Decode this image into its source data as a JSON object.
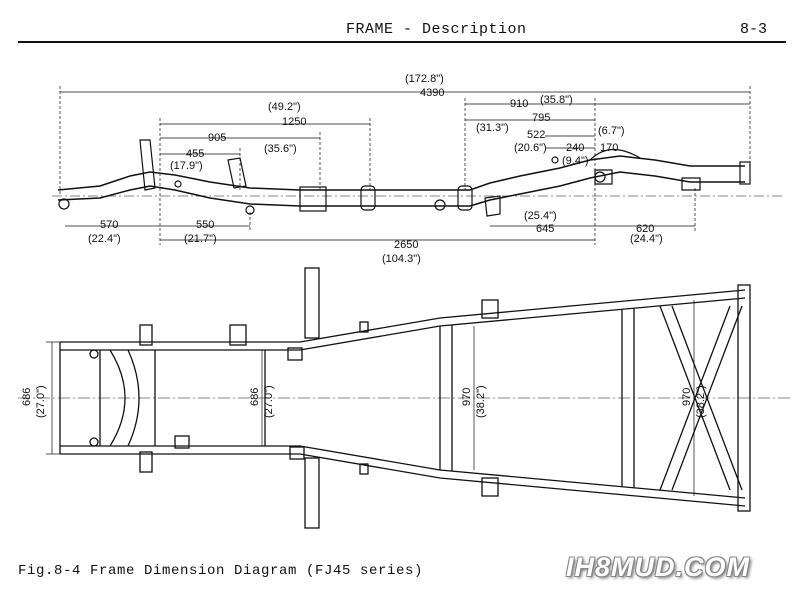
{
  "header": {
    "title": "FRAME - Description",
    "page": "8-3"
  },
  "side_view_dims": [
    {
      "id": "total-length-in",
      "text": "(172.8\")"
    },
    {
      "id": "total-length-mm",
      "text": "4390"
    },
    {
      "id": "d910",
      "text": "910"
    },
    {
      "id": "d910-in",
      "text": "(35.8\")"
    },
    {
      "id": "d49-in",
      "text": "(49.2\")"
    },
    {
      "id": "d1250",
      "text": "1250"
    },
    {
      "id": "d795",
      "text": "795"
    },
    {
      "id": "d31-in",
      "text": "(31.3\")"
    },
    {
      "id": "d905",
      "text": "905"
    },
    {
      "id": "d522",
      "text": "522"
    },
    {
      "id": "d6-in",
      "text": "(6.7\")"
    },
    {
      "id": "d455",
      "text": "455"
    },
    {
      "id": "d35-in",
      "text": "(35.6\")"
    },
    {
      "id": "d20-in",
      "text": "(20.6\")"
    },
    {
      "id": "d240",
      "text": "240"
    },
    {
      "id": "d170",
      "text": "170"
    },
    {
      "id": "d17-in",
      "text": "(17.9\")"
    },
    {
      "id": "d9-in",
      "text": "(9.4\")"
    },
    {
      "id": "d25-in",
      "text": "(25.4\")"
    },
    {
      "id": "d570",
      "text": "570"
    },
    {
      "id": "d550",
      "text": "550"
    },
    {
      "id": "d645",
      "text": "645"
    },
    {
      "id": "d620",
      "text": "620"
    },
    {
      "id": "d22-in",
      "text": "(22.4\")"
    },
    {
      "id": "d21-in",
      "text": "(21.7\")"
    },
    {
      "id": "d24-in",
      "text": "(24.4\")"
    },
    {
      "id": "d2650",
      "text": "2650"
    },
    {
      "id": "d104-in",
      "text": "(104.3\")"
    }
  ],
  "top_view_dims": [
    {
      "id": "w686",
      "text": "686"
    },
    {
      "id": "w686-in",
      "text": "(27.0\")"
    },
    {
      "id": "w686-inner",
      "text": "686"
    },
    {
      "id": "w686-inner-in",
      "text": "(27.0\")"
    },
    {
      "id": "w970",
      "text": "970"
    },
    {
      "id": "w970-in",
      "text": "(38.2\")"
    },
    {
      "id": "w970-rear",
      "text": "970"
    },
    {
      "id": "w970-rear-in",
      "text": "(38.2\")"
    }
  ],
  "caption": "Fig.8-4   Frame  Dimension  Diagram  (FJ45  series)",
  "watermark": "IH8MUD.COM"
}
